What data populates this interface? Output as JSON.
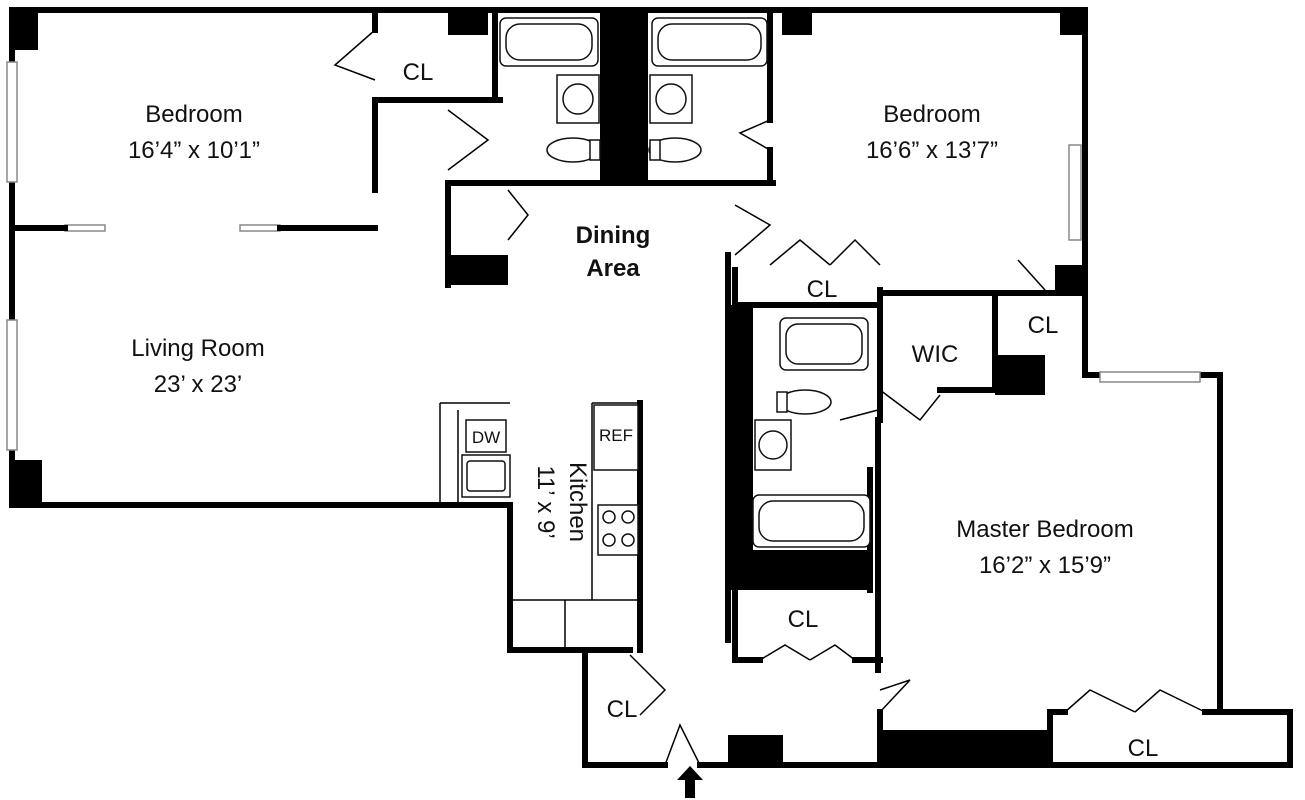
{
  "rooms": {
    "bedroom_left": {
      "name": "Bedroom",
      "size": "16’4” x 10’1”"
    },
    "bedroom_right": {
      "name": "Bedroom",
      "size": "16’6” x 13’7”"
    },
    "dining": {
      "line1": "Dining",
      "line2": "Area"
    },
    "living": {
      "name": "Living Room",
      "size": "23’ x 23’"
    },
    "kitchen": {
      "name": "Kitchen",
      "size": "11’ x 9’"
    },
    "master": {
      "name": "Master Bedroom",
      "size": "16’2” x 15’9”"
    },
    "wic": "WIC"
  },
  "closets": [
    "CL",
    "CL",
    "CL",
    "CL",
    "CL",
    "CL"
  ],
  "appliances": {
    "dw": "DW",
    "ref": "REF"
  }
}
